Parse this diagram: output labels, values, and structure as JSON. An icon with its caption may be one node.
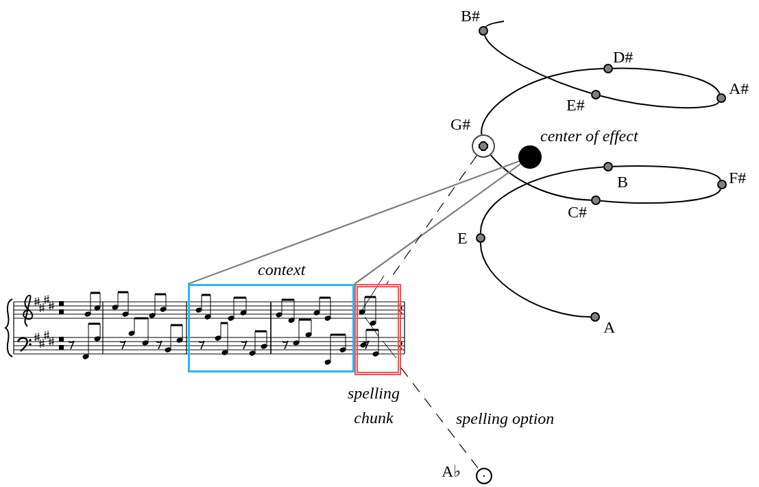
{
  "diagram": {
    "nodes": [
      {
        "text": [],
        "shape": "circle",
        "beside": [
          "B#"
        ]
      },
      {
        "text": [],
        "shape": "circle",
        "beside": [
          "D#"
        ]
      },
      {
        "text": [],
        "shape": "circle",
        "beside": [
          "E#"
        ]
      },
      {
        "text": [],
        "shape": "circle",
        "beside": [
          "A#"
        ]
      },
      {
        "text": [],
        "shape": "circle",
        "beside": [
          "G#"
        ]
      },
      {
        "text": [],
        "shape": "circle",
        "beside": [
          "center of effect"
        ]
      },
      {
        "text": [],
        "shape": "circle",
        "beside": [
          "B"
        ]
      },
      {
        "text": [],
        "shape": "circle",
        "beside": [
          "F#"
        ]
      },
      {
        "text": [],
        "shape": "circle",
        "beside": [
          "C#"
        ]
      },
      {
        "text": [],
        "shape": "circle",
        "beside": [
          "E"
        ]
      },
      {
        "text": [],
        "shape": "circle",
        "beside": [
          "A"
        ]
      },
      {
        "text": [
          "context"
        ]
      },
      {
        "text": [
          "spelling chunk"
        ]
      },
      {
        "text": [],
        "shape": "circle",
        "beside": [
          "A♭"
        ]
      }
    ],
    "edges": [
      {
        "from": 0,
        "to": 2,
        "arrow": "none"
      },
      {
        "from": 2,
        "to": 3,
        "arrow": "none"
      },
      {
        "from": 3,
        "to": 1,
        "arrow": "none"
      },
      {
        "from": 1,
        "to": 4,
        "arrow": "none"
      },
      {
        "from": 4,
        "to": 8,
        "arrow": "none"
      },
      {
        "from": 8,
        "to": 7,
        "arrow": "none"
      },
      {
        "from": 7,
        "to": 6,
        "arrow": "none"
      },
      {
        "from": 6,
        "to": 9,
        "arrow": "none"
      },
      {
        "from": 9,
        "to": 10,
        "arrow": "none"
      },
      {
        "from": 0,
        "to": null,
        "arrow": "none"
      },
      {
        "from": 5,
        "to": 11,
        "arrow": "none",
        "color": "#808080"
      },
      {
        "from": 5,
        "to": 11,
        "arrow": "none",
        "color": "#808080"
      },
      {
        "from": 4,
        "to": 12,
        "arrow": "none",
        "style": "dashed"
      },
      {
        "from": 12,
        "to": 13,
        "arrow": "none",
        "style": "dashed"
      }
    ],
    "labels": [
      "spelling option"
    ]
  }
}
